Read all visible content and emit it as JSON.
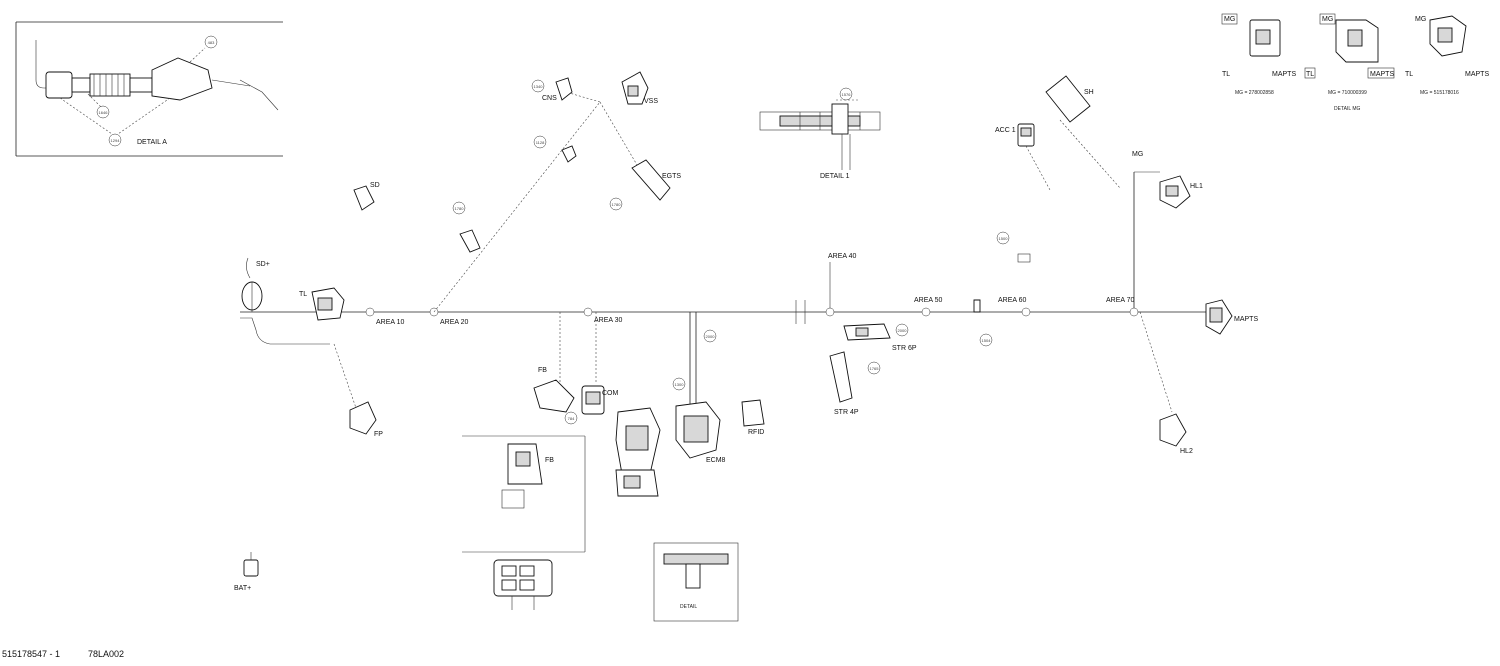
{
  "detail_a": {
    "caption": "DETAIL A",
    "refs": [
      "483",
      "1646",
      "1294"
    ]
  },
  "detail_mg": {
    "caption": "DETAIL MG",
    "panels": [
      {
        "top": "MG",
        "left": "TL",
        "right": "MAPTS",
        "part": "MG = 278002858"
      },
      {
        "top": "MG",
        "left": "TL",
        "right": "MAPTS",
        "part": "MG = 710000399"
      },
      {
        "top": "MG",
        "left": "TL",
        "right": "MAPTS",
        "part": "MG = 515178016"
      }
    ]
  },
  "detail_1": {
    "caption": "DETAIL 1",
    "refs": [
      "1576"
    ]
  },
  "detail_small": {
    "caption": "DETAIL"
  },
  "areas": [
    "AREA 10",
    "AREA 20",
    "AREA 30",
    "AREA 40",
    "AREA 50",
    "AREA 60",
    "AREA 70"
  ],
  "connectors": {
    "cns": "CNS",
    "vss": "VSS",
    "egts": "EGTS",
    "sd": "SD",
    "sd_plus": "SD+",
    "tl": "TL",
    "fb": "FB",
    "com": "COM",
    "ecm8": "ECM8",
    "rfid": "RFID",
    "str6p": "STR 6P",
    "str4p": "STR 4P",
    "sh": "SH",
    "acc1": "ACC 1",
    "mg": "MG",
    "hl1": "HL1",
    "hl2": "HL2",
    "mapts": "MAPTS",
    "bat_plus": "BAT+",
    "fp": "FP",
    "fb_inset": "FB"
  },
  "refs": {
    "r1340": "1340",
    "r1128": "1128",
    "r1780": "1780",
    "r1780b": "1780",
    "r784": "784",
    "r1300": "1300",
    "r2000": "2000",
    "r2000b": "2000",
    "r1500": "1500",
    "r1504": "1504",
    "r1765": "1765"
  },
  "footer": {
    "part_number": "515178547 - 1",
    "drawing_code": "78LA002"
  }
}
